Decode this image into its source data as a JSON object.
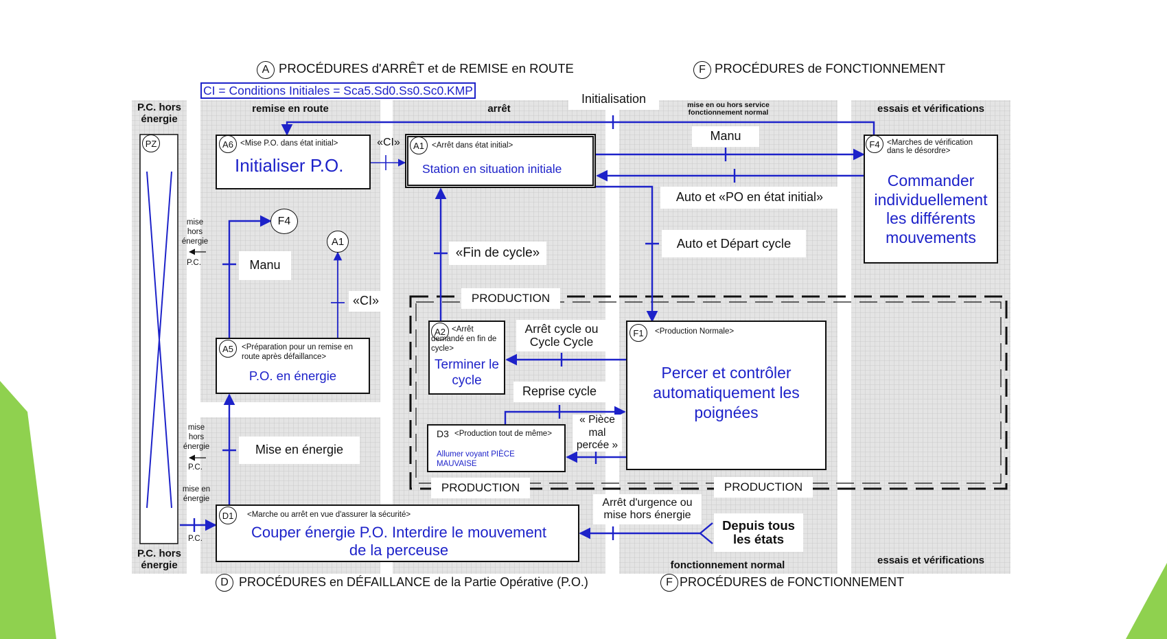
{
  "titles": {
    "top_left_letter": "A",
    "top_left": "PROCÉDURES d'ARRÊT et de REMISE en ROUTE",
    "top_right_letter": "F",
    "top_right": "PROCÉDURES de FONCTIONNEMENT",
    "bottom_left_letter": "D",
    "bottom_left": "PROCÉDURES en DÉFAILLANCE de la Partie Opérative (P.O.)",
    "bottom_right_letter": "F",
    "bottom_right": "PROCÉDURES de FONCTIONNEMENT"
  },
  "ci_definition": "CI = Conditions Initiales = Sca5.Sd0.Ss0.Sc0.KMP",
  "columns": {
    "pc_off_top": "P.C. hors énergie",
    "pc_off_bottom": "P.C. hors énergie",
    "remise_en_route": "remise en route",
    "arret": "arrêt",
    "service": "mise en ou hors service fonctionnement normal",
    "essais_top": "essais et vérifications",
    "fonct_normal_bottom": "fonctionnement normal",
    "essais_bottom": "essais et vérifications"
  },
  "states": {
    "pz": {
      "id": "PZ"
    },
    "a6": {
      "id": "A6",
      "desc": "<Mise P.O. dans état initial>",
      "action": "Initialiser P.O."
    },
    "a1": {
      "id": "A1",
      "desc": "<Arrêt dans état initial>",
      "action": "Station en situation initiale"
    },
    "f4": {
      "id": "F4",
      "desc": "<Marches de vérification dans le désordre>",
      "action": "Commander individuellement les différents mouvements"
    },
    "a5": {
      "id": "A5",
      "desc": "<Préparation pour un remise en route après défaillance>",
      "action": "P.O. en énergie"
    },
    "a2": {
      "id": "A2",
      "desc": "<Arrêt demandé en fin de cycle>",
      "action": "Terminer le cycle"
    },
    "f1": {
      "id": "F1",
      "desc": "<Production Normale>",
      "action": "Percer et contrôler automatiquement les poignées"
    },
    "d3": {
      "id": "D3",
      "desc": "<Production tout de même>",
      "action": "Allumer voyant PIÈCE MAUVAISE"
    },
    "d1": {
      "id": "D1",
      "desc": "<Marche ou arrêt en vue d'assurer la sécurité>",
      "action": "Couper énergie P.O. Interdire le mouvement de la perceuse"
    },
    "ref_f4": "F4",
    "ref_a1": "A1"
  },
  "transitions": {
    "initialisation": "Initialisation",
    "ci_1": "«CI»",
    "ci_2": "«CI»",
    "manu_1": "Manu",
    "manu_2": "Manu",
    "auto_po": "Auto et «PO en état initial»",
    "auto_depart": "Auto et Départ cycle",
    "fin_cycle": "«Fin de cycle»",
    "arret_cycle": "Arrêt cycle ou Cycle Cycle",
    "reprise_cycle": "Reprise cycle",
    "piece_mal_percee": "« Pièce mal percée »",
    "mise_en_energie": "Mise en énergie",
    "arret_urgence": "Arrêt d'urgence ou mise hors énergie",
    "depuis_tous": "Depuis tous les états"
  },
  "side_labels": {
    "mhe1": "mise hors énergie",
    "pc1": "P.C.",
    "mhe2": "mise hors énergie",
    "pc2": "P.C.",
    "mee": "mise en énergie",
    "pc3": "P.C."
  },
  "production_labels": {
    "top": "PRODUCTION",
    "bottom_left": "PRODUCTION",
    "bottom_right": "PRODUCTION"
  },
  "colors": {
    "flow_blue": "#1d22c9",
    "grid_gray": "#dcdcdc",
    "accent_green": "#8fd14f"
  }
}
